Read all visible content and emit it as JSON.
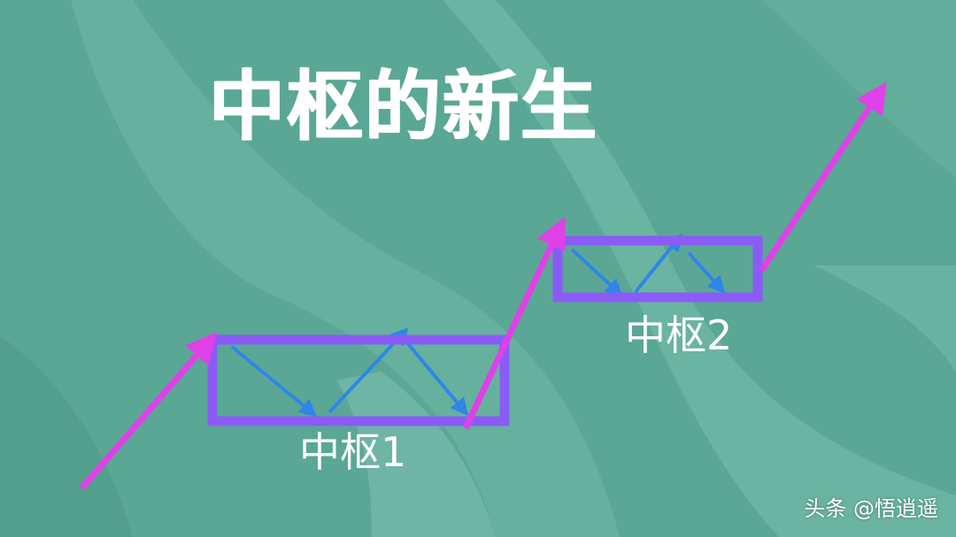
{
  "title": "中枢的新生",
  "zones": [
    {
      "label": "中枢1"
    },
    {
      "label": "中枢2"
    }
  ],
  "watermark": "头条 @悟逍遥",
  "colors": {
    "background": "#5aa795",
    "trend_arrow": "#e040e8",
    "zone_box": "#8a5cf5",
    "inner_swing": "#2f86e8",
    "text": "#ffffff"
  },
  "icons": {
    "trend_arrow": "arrow-up-right",
    "zone_box": "rectangle-outline"
  }
}
